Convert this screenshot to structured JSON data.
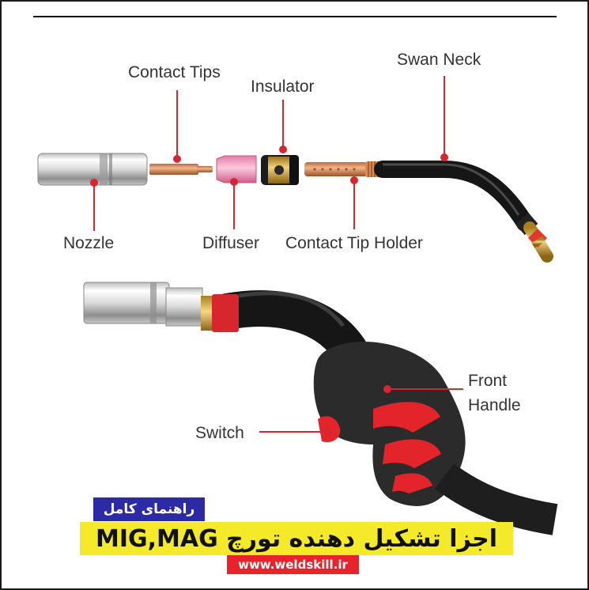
{
  "labels": {
    "contact_tips": "Contact Tips",
    "insulator": "Insulator",
    "swan_neck": "Swan Neck",
    "nozzle": "Nozzle",
    "diffuser": "Diffuser",
    "contact_tip_holder": "Contact Tip Holder",
    "front_handle_line1": "Front",
    "front_handle_line2": "Handle",
    "switch": "Switch"
  },
  "banner": {
    "badge": "راهنمای کامل",
    "title": "اجزا تشکیل دهنده تورچ MIG,MAG",
    "website": "www.weldskill.ir"
  },
  "colors": {
    "leader_line": "#d7262e",
    "badge_bg": "#2c2aa5",
    "title_bg": "#f5ea2a",
    "url_bg": "#e8232b",
    "handle_accent": "#e3242b",
    "handle_body": "#2b2b2b"
  }
}
